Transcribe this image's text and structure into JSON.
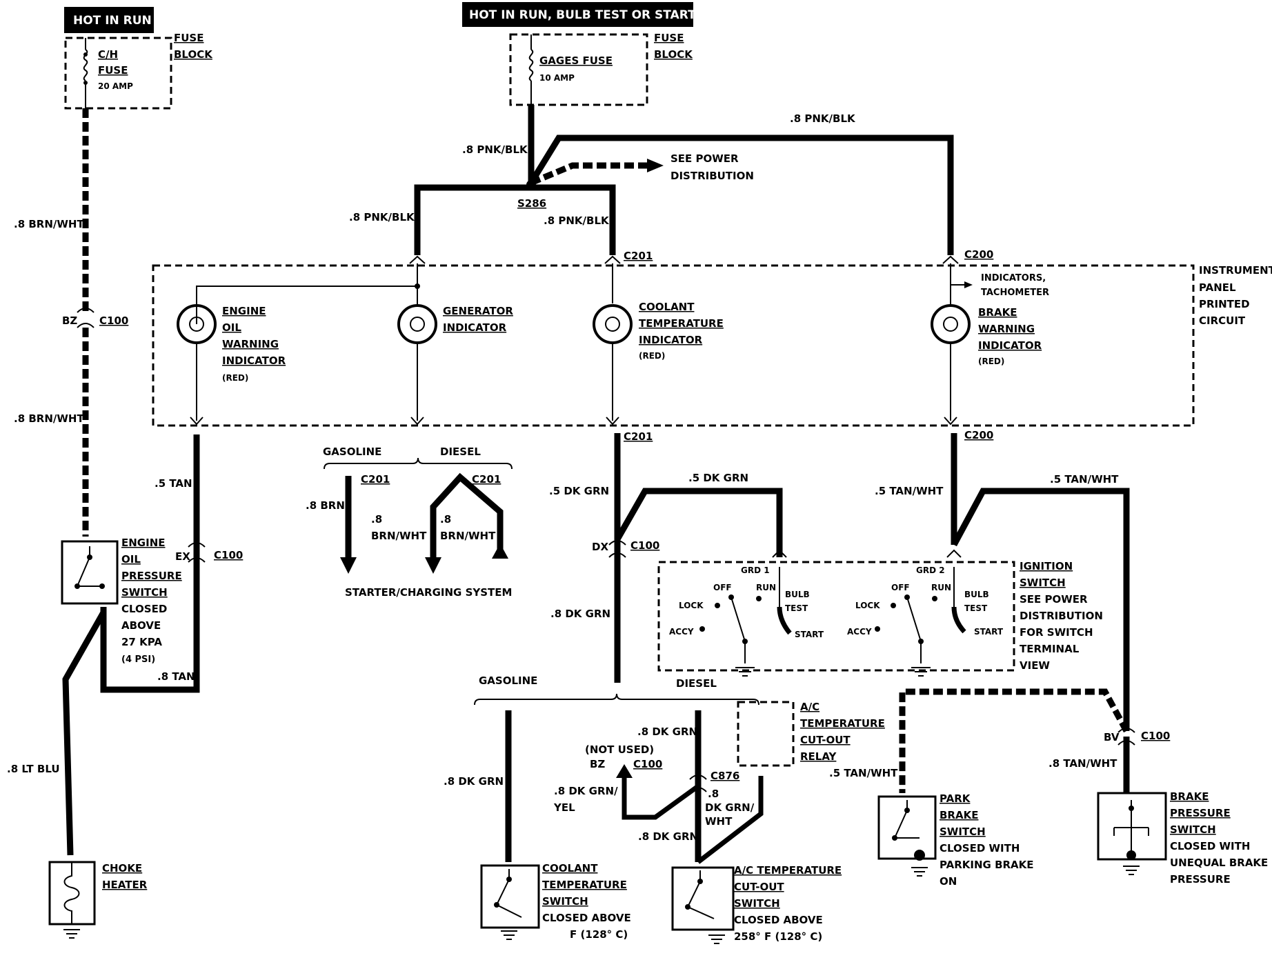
{
  "headers": {
    "hot_in_run": "HOT IN RUN",
    "hot_in_run_bulb_test": "HOT IN RUN,  BULB TEST OR START"
  },
  "fuse_block_left": {
    "name": "C/H",
    "fuse": "FUSE",
    "rating": "20 AMP",
    "label1": "FUSE",
    "label2": "BLOCK"
  },
  "fuse_block_center": {
    "name": "GAGES FUSE",
    "rating": "10 AMP",
    "label1": "FUSE",
    "label2": "BLOCK"
  },
  "wires": {
    "brn_wht_top": ".8 BRN/WHT",
    "brn_wht_mid": ".8 BRN/WHT",
    "pnk_blk_a": ".8 PNK/BLK",
    "pnk_blk_b": ".8 PNK/BLK",
    "pnk_blk_c": ".8 PNK/BLK",
    "pnk_blk_d": ".8 PNK/BLK",
    "tan_a": ".5 TAN",
    "tan_b": ".8 TAN",
    "lt_blu": ".8 LT BLU",
    "brn": ".8 BRN",
    "brn_wht_1": ".8",
    "brn_wht_1b": "BRN/WHT",
    "brn_wht_2": ".8",
    "brn_wht_2b": "BRN/WHT",
    "dk_grn_a": ".5 DK GRN",
    "dk_grn_b": ".5 DK GRN",
    "dk_grn_c": ".8 DK GRN",
    "dk_grn_d": ".8 DK GRN",
    "dk_grn_e": ".8 DK GRN",
    "dk_grn_yel": ".8 DK GRN/",
    "yel": "YEL",
    "dk_grn_wht": ".8",
    "dk_grn_wht_b": "DK GRN/",
    "dk_grn_wht_c": "WHT",
    "dk_grn_f": ".8 DK GRN",
    "tan_wht_a": ".5 TAN/WHT",
    "tan_wht_b": ".5 TAN/WHT",
    "tan_wht_c": ".5 TAN/WHT",
    "tan_wht_d": ".8 TAN/WHT"
  },
  "connectors": {
    "s286": "S286",
    "c201_top": "C201",
    "c200_top": "C200",
    "c201_bot": "C201",
    "c200_bot": "C200",
    "c100_a": "C100",
    "bz_a": "BZ",
    "c100_b": "C100",
    "ex": "EX",
    "c201_g": "C201",
    "c201_d": "C201",
    "c100_c": "C100",
    "dx": "DX",
    "c100_d": "C100",
    "bz_b": "BZ",
    "not_used": "(NOT USED)",
    "c876": "C876",
    "c100_e": "C100",
    "bv": "BV"
  },
  "labels": {
    "see_power": "SEE POWER",
    "distribution": "DISTRIBUTION",
    "ip_1": "INSTRUMENT",
    "ip_2": "PANEL",
    "ip_3": "PRINTED",
    "ip_4": "CIRCUIT",
    "indicators": "INDICATORS,",
    "tachometer": "TACHOMETER",
    "gasoline_a": "GASOLINE",
    "diesel_a": "DIESEL",
    "starter_charging": "STARTER/CHARGING SYSTEM",
    "gasoline_b": "GASOLINE",
    "diesel_b": "DIESEL"
  },
  "indicators": {
    "oil": [
      "ENGINE",
      "OIL",
      "WARNING",
      "INDICATOR",
      "(RED)"
    ],
    "generator": [
      "GENERATOR",
      "INDICATOR"
    ],
    "coolant": [
      "COOLANT",
      "TEMPERATURE",
      "INDICATOR",
      "(RED)"
    ],
    "brake": [
      "BRAKE",
      "WARNING",
      "INDICATOR",
      "(RED)"
    ]
  },
  "components": {
    "oil_pressure_switch": [
      "ENGINE",
      "OIL",
      "PRESSURE",
      "SWITCH",
      "CLOSED",
      "ABOVE",
      "27 KPA",
      "(4 PSI)"
    ],
    "choke_heater": [
      "CHOKE",
      "HEATER"
    ],
    "ignition_switch": [
      "IGNITION",
      "SWITCH",
      "SEE POWER",
      "DISTRIBUTION",
      "FOR SWITCH",
      "TERMINAL",
      "VIEW"
    ],
    "ac_relay": [
      "A/C",
      "TEMPERATURE",
      "CUT-OUT",
      "RELAY"
    ],
    "coolant_switch": [
      "COOLANT",
      "TEMPERATURE",
      "SWITCH",
      "CLOSED ABOVE",
      "F (128° C)"
    ],
    "ac_temp_switch": [
      "A/C TEMPERATURE",
      "CUT-OUT",
      "SWITCH",
      "CLOSED ABOVE",
      "258° F (128° C)"
    ],
    "park_brake_switch": [
      "PARK",
      "BRAKE",
      "SWITCH",
      "CLOSED WITH",
      "PARKING BRAKE",
      "ON"
    ],
    "brake_pressure_switch": [
      "BRAKE",
      "PRESSURE",
      "SWITCH",
      "CLOSED WITH",
      "UNEQUAL BRAKE",
      "PRESSURE"
    ]
  },
  "ignition": {
    "grd1": "GRD 1",
    "grd2": "GRD 2",
    "off": "OFF",
    "run": "RUN",
    "lock": "LOCK",
    "accy": "ACCY",
    "bulb": "BULB",
    "test": "TEST",
    "start": "START"
  }
}
